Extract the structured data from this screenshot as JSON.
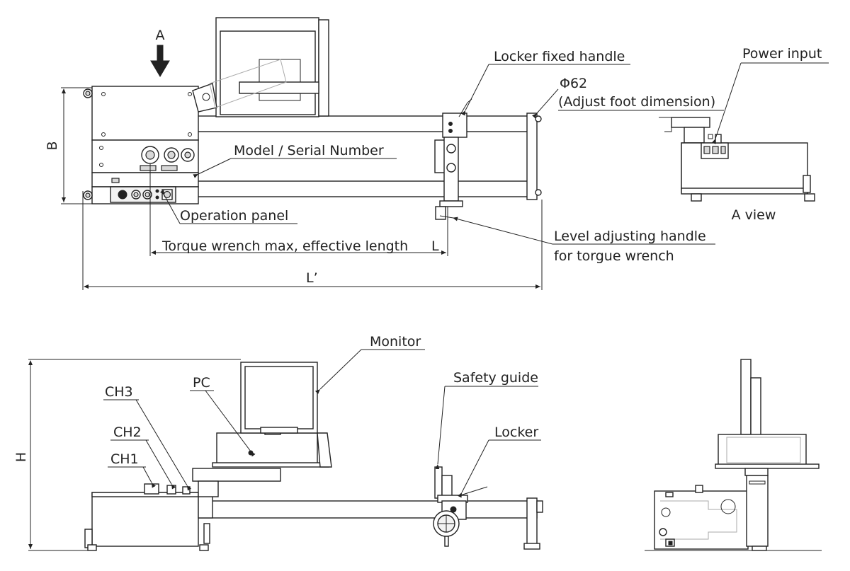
{
  "labels": {
    "arrow_a": "A",
    "dim_b": "B",
    "locker_fixed_handle": "Locker fixed handle",
    "phi62": "Φ62",
    "adjust_foot": "(Adjust foot dimension)",
    "power_input": "Power input",
    "model_serial": "Model / Serial Number",
    "operation_panel": "Operation panel",
    "torque_wrench_length": "Torque wrench max, effective length",
    "dim_l": "L",
    "dim_l_prime": "L’",
    "level_adjusting_1": "Level adjusting handle",
    "level_adjusting_2": "for torgue wrench",
    "a_view": "A view",
    "monitor": "Monitor",
    "pc": "PC",
    "ch3": "CH3",
    "ch2": "CH2",
    "ch1": "CH1",
    "dim_h": "H",
    "safety_guide": "Safety guide",
    "locker": "Locker"
  }
}
